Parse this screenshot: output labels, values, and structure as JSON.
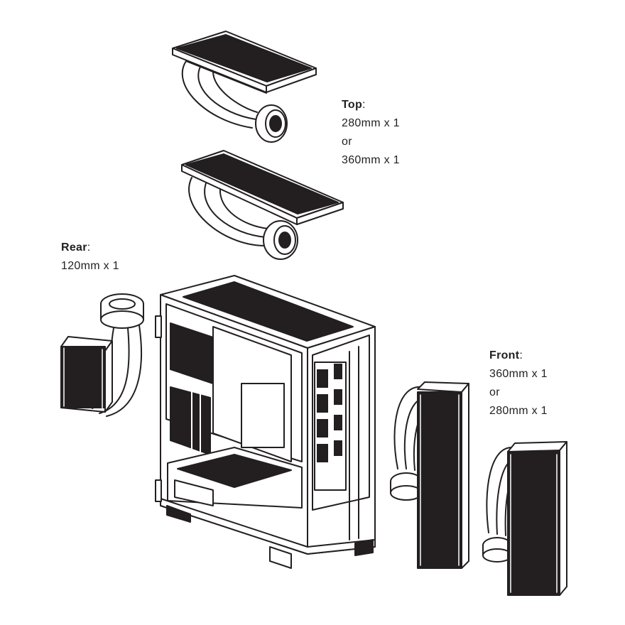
{
  "labels": {
    "top": {
      "heading": "Top",
      "line1": "280mm x 1",
      "or": "or",
      "line2": "360mm x 1"
    },
    "rear": {
      "heading": "Rear",
      "line1": "120mm x 1"
    },
    "front": {
      "heading": "Front",
      "line1": "360mm x 1",
      "or": "or",
      "line2": "280mm x 1"
    }
  },
  "colors": {
    "ink": "#231f20",
    "paper": "#ffffff"
  }
}
